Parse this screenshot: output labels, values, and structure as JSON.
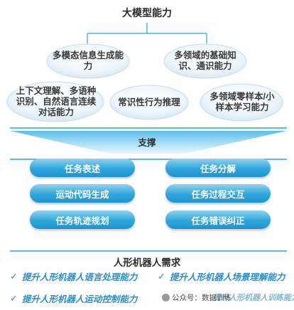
{
  "top_title": "大模型能力",
  "capabilities": [
    {
      "label": "多模态信息生成能力"
    },
    {
      "label": "多领域的基础知识、通识能力"
    },
    {
      "label": "上下文理解、多语种识别、自然语言连续对话能力"
    },
    {
      "label": "常识性行为推理"
    },
    {
      "label": "多领域零样本/小样本学习能力"
    }
  ],
  "support_label": "支撑",
  "tasks_left": [
    "任务表述",
    "运动代码生成",
    "任务轨迹规划"
  ],
  "tasks_right": [
    "任务分解",
    "任务过程交互",
    "任务错误纠正"
  ],
  "bottom_title": "人形机器人需求",
  "needs": [
    {
      "text": "提升人形机器人语言处理能力"
    },
    {
      "text": "提升人形机器人场景理解能力"
    },
    {
      "text": "提升人形机器人运动控制能力"
    },
    {
      "text": "提升人形机器人训练能力"
    }
  ],
  "watermark": "公众号：数据训练",
  "colors": {
    "accent": "#2a8fc8",
    "line": "#29a3d9",
    "pill": "#2fa6dc"
  }
}
